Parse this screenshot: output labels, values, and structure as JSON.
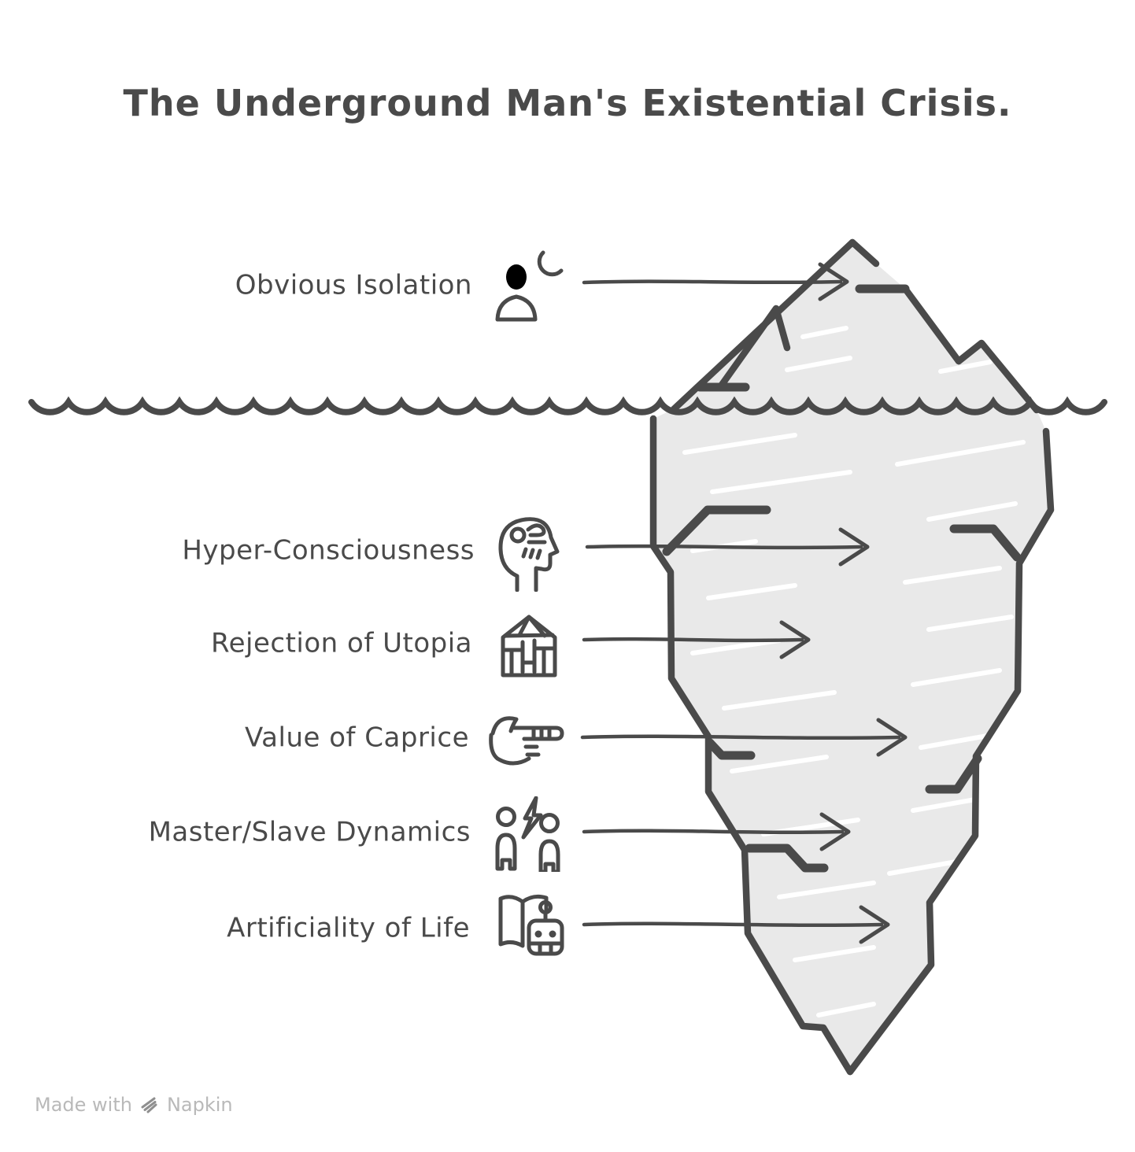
{
  "title": "The Underground Man's Existential Crisis.",
  "labels": [
    {
      "text": "Obvious Isolation",
      "icon": "person-moon-icon"
    },
    {
      "text": "Hyper-Consciousness",
      "icon": "head-rain-icon"
    },
    {
      "text": "Rejection of Utopia",
      "icon": "stone-house-icon"
    },
    {
      "text": "Value of Caprice",
      "icon": "pointing-hand-icon"
    },
    {
      "text": "Master/Slave Dynamics",
      "icon": "people-lightning-icon"
    },
    {
      "text": "Artificiality of Life",
      "icon": "book-robot-icon"
    }
  ],
  "watermark": {
    "prefix": "Made with",
    "brand": "Napkin"
  },
  "colors": {
    "stroke": "#4a4a4a",
    "iceberg_fill": "#e9e9e9",
    "text": "#4a4a4a",
    "watermark": "#b9b9b9",
    "watermark_logo": "#8f8f8f",
    "background": "#ffffff"
  }
}
